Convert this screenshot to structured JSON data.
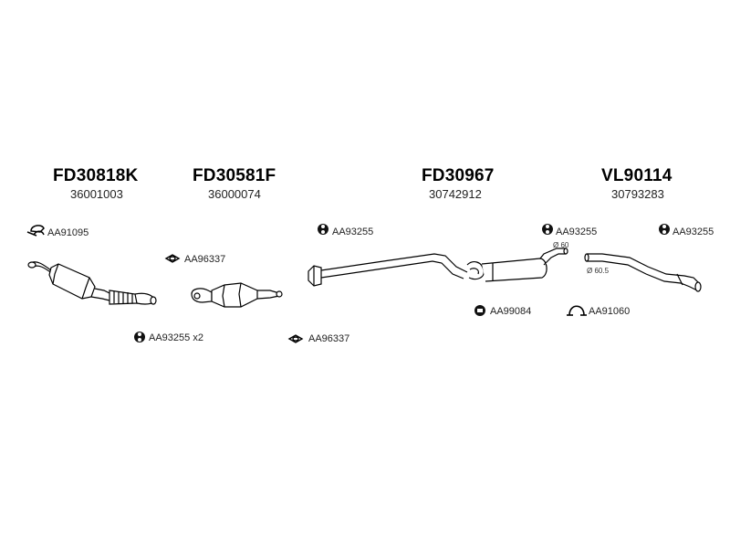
{
  "parts": [
    {
      "code": "FD30818K",
      "number": "36001003"
    },
    {
      "code": "FD30581F",
      "number": "36000074"
    },
    {
      "code": "FD30967",
      "number": "30742912"
    },
    {
      "code": "VL90114",
      "number": "30793283"
    }
  ],
  "accessories": {
    "clamp_left": "AA91095",
    "gasket_1": "AA96337",
    "mount_x2": "AA93255 x2",
    "gasket_2": "AA96337",
    "mount_mid": "AA93255",
    "mount_right_1": "AA93255",
    "mount_right_2": "AA93255",
    "hanger": "AA99084",
    "clamp_right": "AA91060"
  },
  "dimensions": {
    "diameter_1": "Ø 60",
    "diameter_2": "Ø 60.5"
  }
}
